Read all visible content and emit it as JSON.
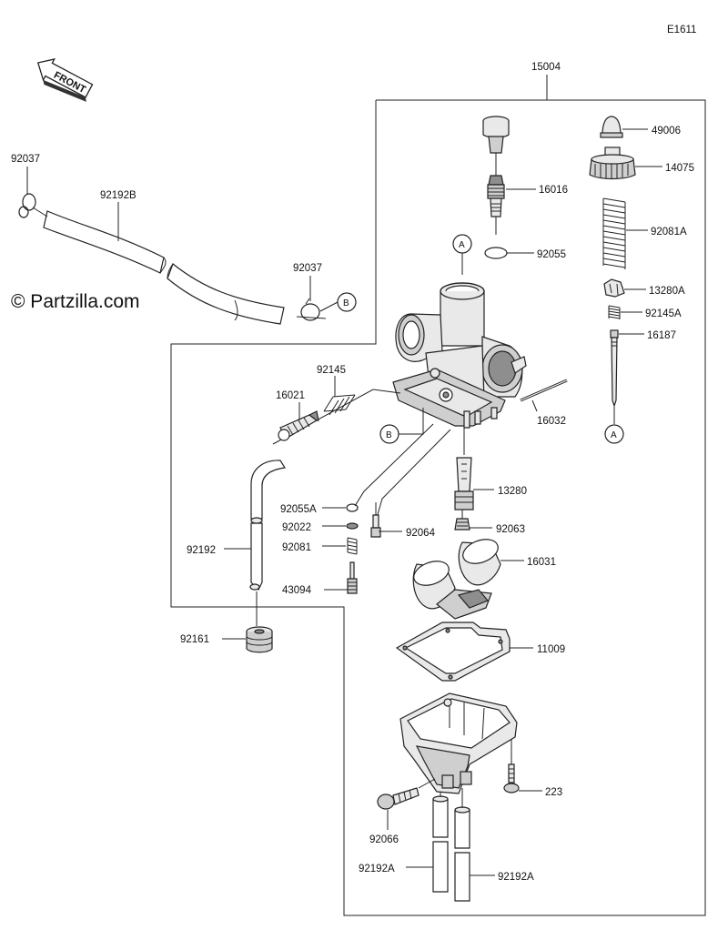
{
  "diagram_code": "E1611",
  "assembly_label": "15004",
  "watermark": "© Partzilla.com",
  "direction_label": "FRONT",
  "ref_markers": {
    "A": "A",
    "B": "B"
  },
  "part_labels": {
    "p92037_top": "92037",
    "p92192b": "92192B",
    "p92037_mid": "92037",
    "p16016": "16016",
    "p92055": "92055",
    "p49006": "49006",
    "p14075": "14075",
    "p92081a": "92081A",
    "p13280a": "13280A",
    "p92145a": "92145A",
    "p16187": "16187",
    "p92145": "92145",
    "p16021": "16021",
    "p16032": "16032",
    "p13280": "13280",
    "p92055a": "92055A",
    "p92022": "92022",
    "p92064": "92064",
    "p92063": "92063",
    "p92192": "92192",
    "p92081": "92081",
    "p16031": "16031",
    "p43094": "43094",
    "p92161": "92161",
    "p11009": "11009",
    "p223": "223",
    "p92066": "92066",
    "p92192a_left": "92192A",
    "p92192a_right": "92192A"
  }
}
